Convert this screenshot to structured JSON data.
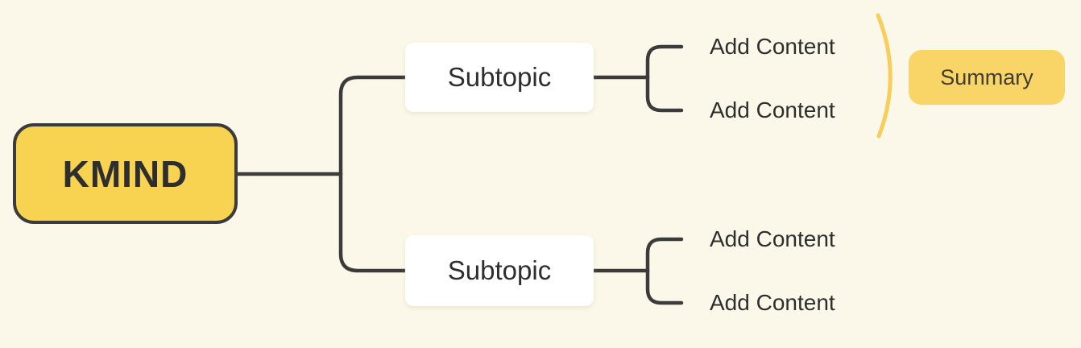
{
  "canvas": {
    "background_color": "#FCF8E9",
    "connector_color": "#3B3B3B",
    "root_fill_color": "#F8D351",
    "summary_fill_color": "#F8D566",
    "summary_curve_color": "#F7CE5C"
  },
  "mindmap": {
    "root": {
      "label": "KMIND"
    },
    "branches": [
      {
        "label": "Subtopic",
        "children": [
          {
            "label": "Add Content"
          },
          {
            "label": "Add Content"
          }
        ]
      },
      {
        "label": "Subtopic",
        "children": [
          {
            "label": "Add Content"
          },
          {
            "label": "Add Content"
          }
        ]
      }
    ],
    "summary": {
      "label": "Summary"
    }
  }
}
